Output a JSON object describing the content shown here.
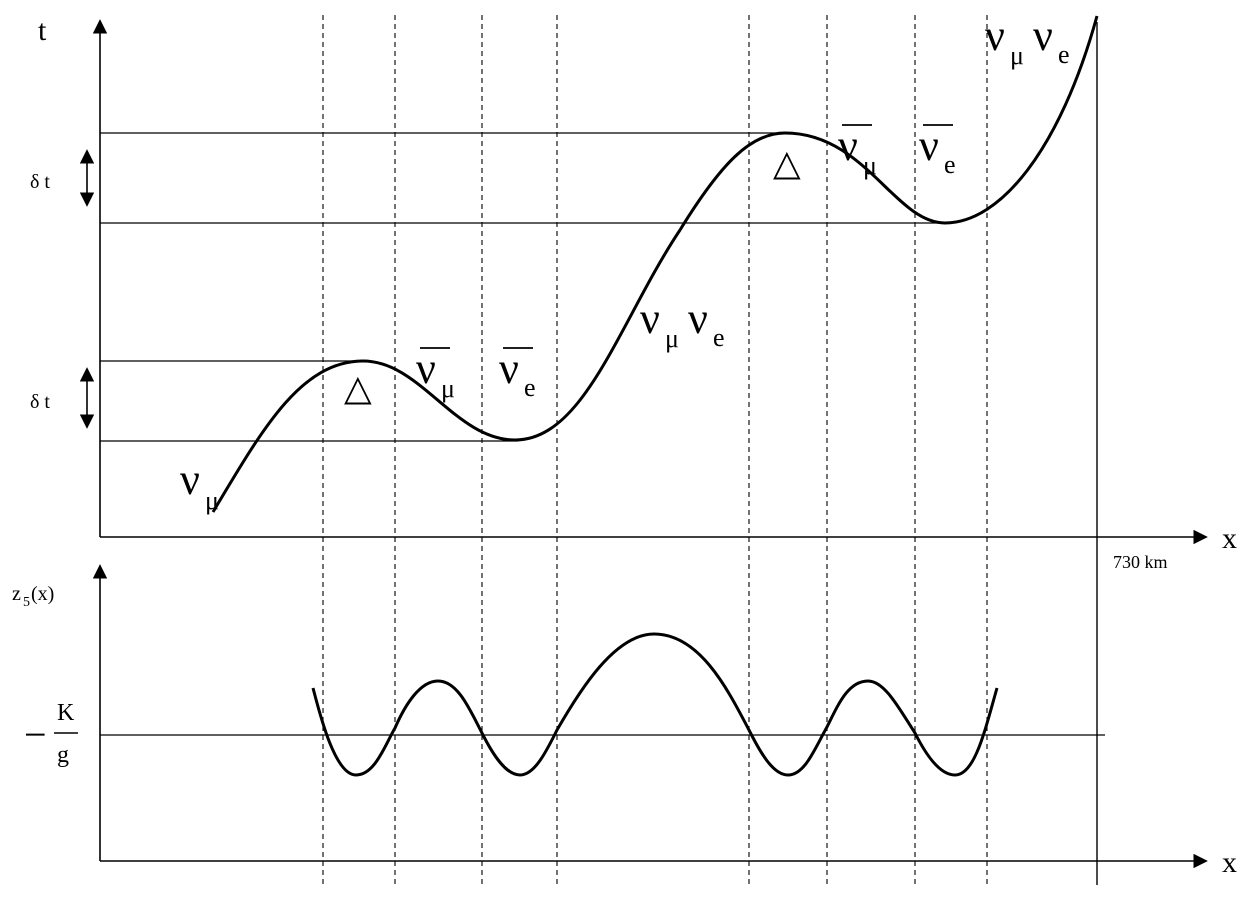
{
  "axes": {
    "t_label": "t",
    "x_label_top": "x",
    "x_label_bottom": "x",
    "z_label_main": "z",
    "z_label_sub": "5",
    "z_label_arg": "(x)",
    "distance_label": "730 km"
  },
  "intervals": {
    "delta_t_upper": "δ t",
    "delta_t_lower": "δ t"
  },
  "particles": {
    "nu_symbol": "ν",
    "sub_mu": "μ",
    "sub_e": "e",
    "delta_symbol": "△"
  },
  "bottom_plot": {
    "minus": "−",
    "frac_num": "K",
    "frac_den": "g"
  }
}
